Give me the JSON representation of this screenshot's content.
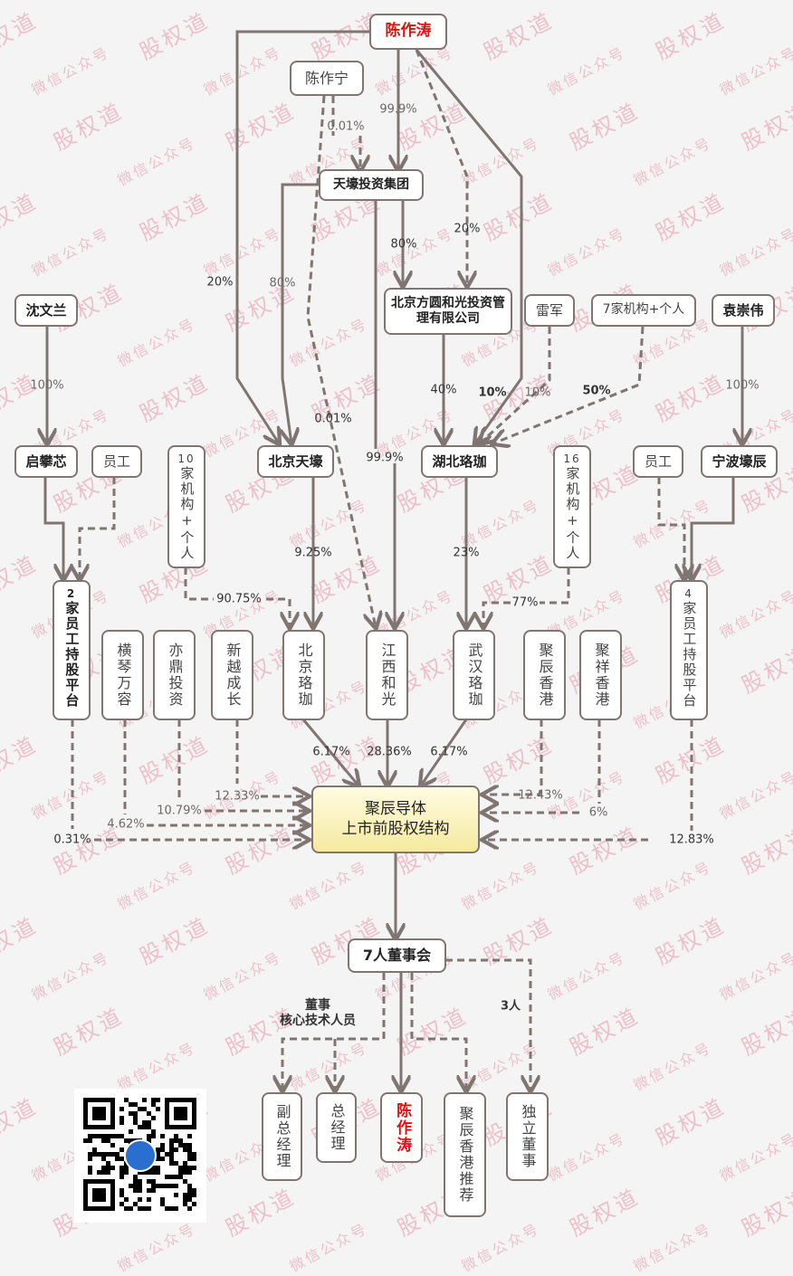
{
  "watermark": {
    "main": "股权道",
    "sub": "微信公众号"
  },
  "colors": {
    "edge": "#7f7572",
    "highlight_text": "#e01010",
    "center_fill": "#f5e9a0",
    "watermark": "#e696aa"
  },
  "nodes": {
    "chen_zuotao_top": "陈作涛",
    "chen_zuoning": "陈作宁",
    "tianhao_group": "天壕投资集团",
    "fangyuan_heguang": "北京方圆和光投资管理有限公司",
    "shen_wenlan": "沈文兰",
    "lei_jun": "雷军",
    "seven_institutions": "7家机构+个人",
    "yuan_chongwei": "袁崇伟",
    "qipanxin": "启攀芯",
    "employees_left": "员工",
    "ten_institutions": "10家机构+个人",
    "ten_institutions_num": "10",
    "ten_institutions_text": "家机构+个人",
    "beijing_tianhao": "北京天壕",
    "hubei_luojia": "湖北珞珈",
    "sixteen_institutions_num": "16",
    "sixteen_institutions_text": "家机构+个人",
    "employees_right": "员工",
    "ningbo_haochen": "宁波壕辰",
    "esop_2_num": "2",
    "esop_2_text": "家员工持股平台",
    "hengqin_wanrong": "横琴万容",
    "yiding_touzi": "亦鼎投资",
    "xinyue_chengzhang": "新越成长",
    "beijing_luojia": "北京珞珈",
    "jiangxi_heguang": "江西和光",
    "wuhan_luojia": "武汉珞珈",
    "juchen_hk": "聚辰香港",
    "juxiang_hk": "聚祥香港",
    "esop_4_num": "4",
    "esop_4_text": "家员工持股平台",
    "center_line1": "聚辰导体",
    "center_line2": "上市前股权结构",
    "board": "7人董事会",
    "vice_gm": "副总经理",
    "gm": "总经理",
    "chen_zuotao_bottom": "陈作涛",
    "juchen_hk_nominee": "聚辰香港推荐",
    "independent_directors": "独立董事"
  },
  "edge_labels": {
    "czt_to_tianhao": "99.9%",
    "czn_to_tianhao": "0.01%",
    "czt_to_bjtianhao": "20%",
    "tianhao_to_bjtianhao": "80%",
    "tianhao_to_fangyuan": "80%",
    "czt_to_fangyuan": "20%",
    "czn_to_jiangxi": "0.01%",
    "tianhao_to_jiangxi": "99.9%",
    "shen_to_qipanxin": "100%",
    "fangyuan_to_hubei": "40%",
    "czt_to_hubei": "10%",
    "lei_to_hubei": "10%",
    "seven_to_hubei": "50%",
    "yuan_to_ningbo": "100%",
    "bjtianhao_to_bjluojia": "9.25%",
    "ten_to_bjluojia": "90.75%",
    "hubei_to_wuhan": "23%",
    "sixteen_to_wuhan": "77%",
    "bjluojia_to_center": "6.17%",
    "jiangxi_to_center": "28.36%",
    "wuhan_to_center": "6.17%",
    "xinyue_to_center": "12.33%",
    "yiding_to_center": "10.79%",
    "hengqin_to_center": "4.62%",
    "esop2_to_center": "0.31%",
    "juchen_to_center": "12.43%",
    "juxiang_to_center": "6%",
    "esop4_to_center": "12.83%",
    "board_directors_line1": "董事",
    "board_directors_line2": "核心技术人员",
    "board_independent": "3人"
  },
  "qr_code": {
    "label": "qr-code"
  }
}
